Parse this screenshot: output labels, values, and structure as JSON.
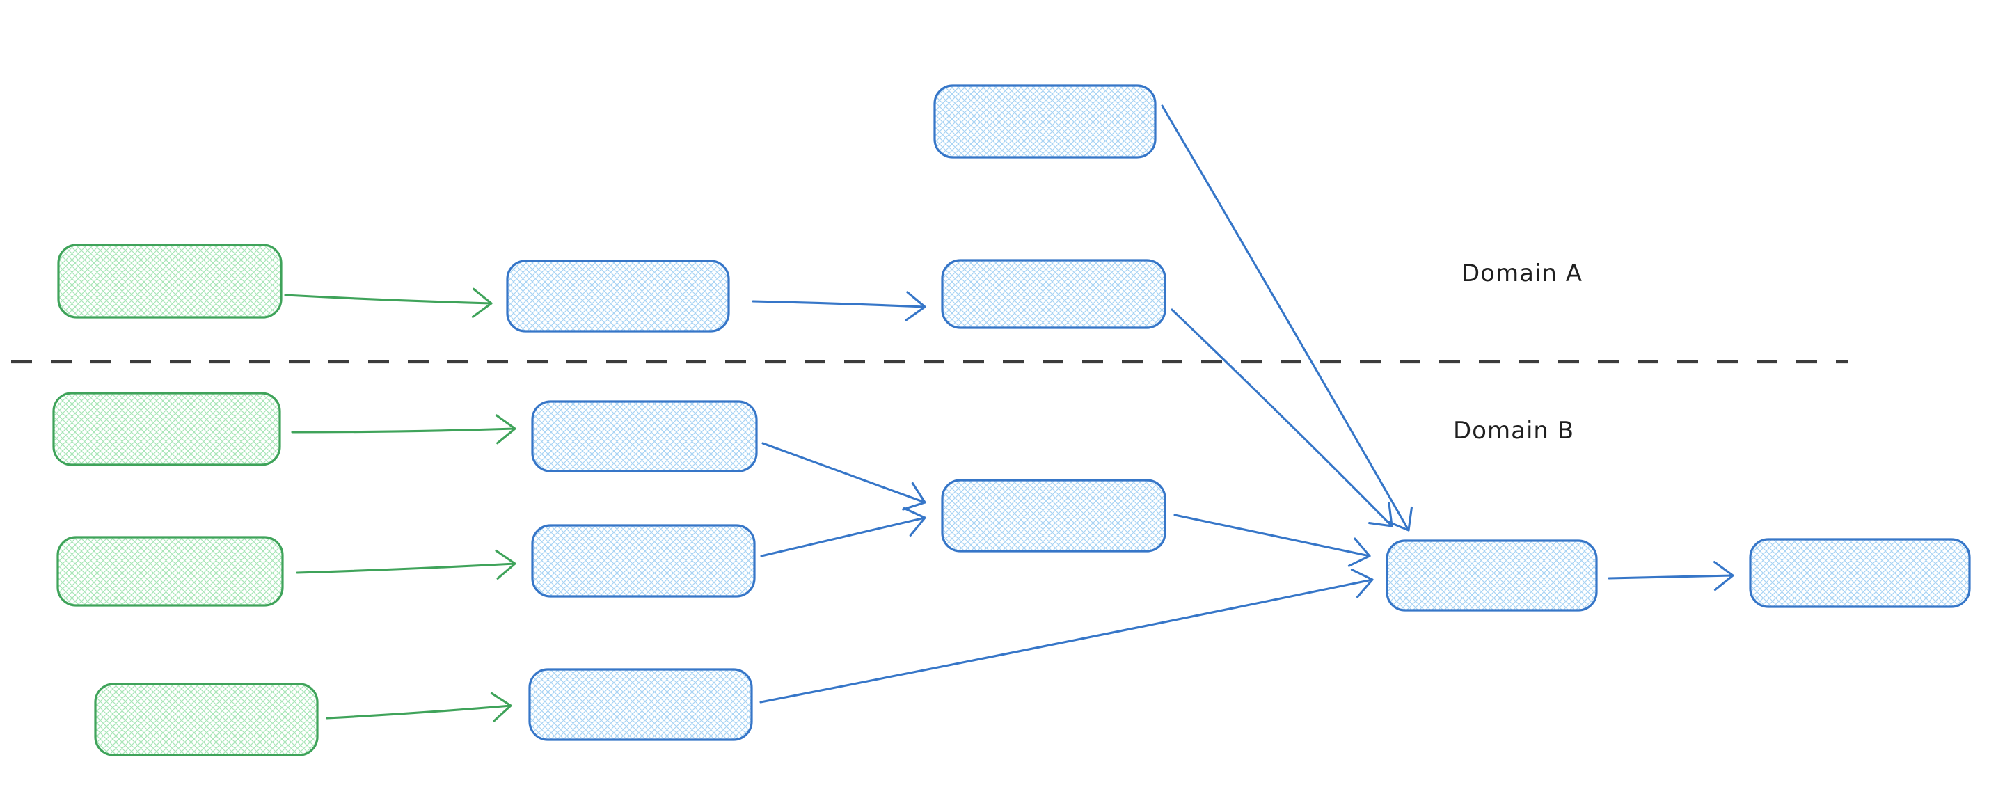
{
  "canvas": {
    "background": "#ffffff",
    "style": "hand-drawn-sketch"
  },
  "labels": {
    "domain_a": "Domain A",
    "domain_b": "Domain B"
  },
  "colors": {
    "blue_stroke": "#3676c8",
    "blue_hatch": "#a9d4f4",
    "green_stroke": "#3fa35a",
    "green_hatch": "#a9e6b8",
    "divider": "#3c3c3c",
    "label_text": "#1f1f1f"
  },
  "diagram": {
    "type": "flowchart",
    "divider": {
      "style": "dashed",
      "orientation": "horizontal",
      "separates": [
        "Domain A",
        "Domain B"
      ]
    },
    "domains": [
      {
        "id": "domain-a",
        "label": "Domain A",
        "position": "above-divider"
      },
      {
        "id": "domain-b",
        "label": "Domain B",
        "position": "below-divider"
      }
    ],
    "nodes": [
      {
        "id": "top-source",
        "domain": "domain-a",
        "color": "blue",
        "text": ""
      },
      {
        "id": "source-a",
        "domain": "domain-a",
        "color": "green",
        "text": ""
      },
      {
        "id": "process-a1",
        "domain": "domain-a",
        "color": "blue",
        "text": ""
      },
      {
        "id": "process-a2",
        "domain": "domain-a",
        "color": "blue",
        "text": ""
      },
      {
        "id": "source-b1",
        "domain": "domain-b",
        "color": "green",
        "text": ""
      },
      {
        "id": "process-b1",
        "domain": "domain-b",
        "color": "blue",
        "text": ""
      },
      {
        "id": "source-b2",
        "domain": "domain-b",
        "color": "green",
        "text": ""
      },
      {
        "id": "process-b2",
        "domain": "domain-b",
        "color": "blue",
        "text": ""
      },
      {
        "id": "source-b3",
        "domain": "domain-b",
        "color": "green",
        "text": ""
      },
      {
        "id": "process-b3",
        "domain": "domain-b",
        "color": "blue",
        "text": ""
      },
      {
        "id": "join-b",
        "domain": "domain-b",
        "color": "blue",
        "text": ""
      },
      {
        "id": "aggregate",
        "domain": "domain-b",
        "color": "blue",
        "text": ""
      },
      {
        "id": "output",
        "domain": "domain-b",
        "color": "blue",
        "text": ""
      }
    ],
    "edges": [
      {
        "from": "source-a",
        "to": "process-a1",
        "color": "green"
      },
      {
        "from": "process-a1",
        "to": "process-a2",
        "color": "blue"
      },
      {
        "from": "top-source",
        "to": "aggregate",
        "color": "blue"
      },
      {
        "from": "process-a2",
        "to": "aggregate",
        "color": "blue"
      },
      {
        "from": "source-b1",
        "to": "process-b1",
        "color": "green"
      },
      {
        "from": "source-b2",
        "to": "process-b2",
        "color": "green"
      },
      {
        "from": "source-b3",
        "to": "process-b3",
        "color": "green"
      },
      {
        "from": "process-b1",
        "to": "join-b",
        "color": "blue"
      },
      {
        "from": "process-b2",
        "to": "join-b",
        "color": "blue"
      },
      {
        "from": "join-b",
        "to": "aggregate",
        "color": "blue"
      },
      {
        "from": "process-b3",
        "to": "aggregate",
        "color": "blue"
      },
      {
        "from": "aggregate",
        "to": "output",
        "color": "blue"
      }
    ]
  }
}
